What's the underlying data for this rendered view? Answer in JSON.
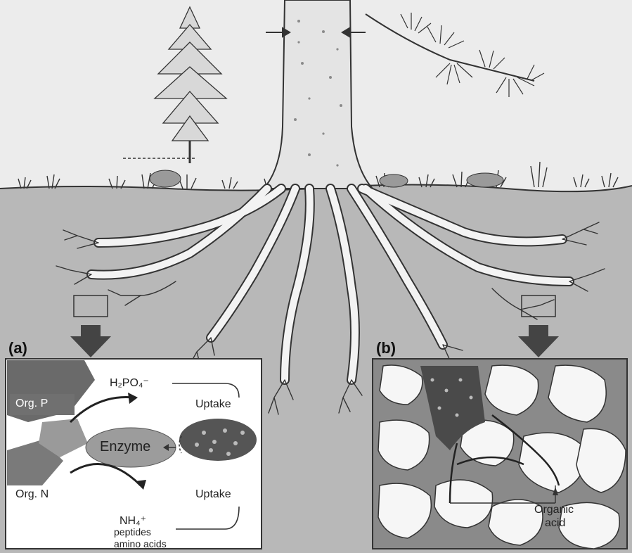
{
  "colors": {
    "sky": "#ececec",
    "soil": "#b9b9b9",
    "root": "#f3f3f3",
    "outline": "#333333",
    "panel_bg": "#8c8c8c",
    "enzyme_fill": "#9a9a9a",
    "aggregate": "#f6f6f6"
  },
  "panel_a": {
    "tag": "(a)",
    "org_p": "Org. P",
    "org_n": "Org. N",
    "h2po4": "H₂PO₄⁻",
    "enzyme": "Enzyme",
    "uptake_top": "Uptake",
    "uptake_bottom": "Uptake",
    "nh4": "NH₄⁺",
    "peptides": "peptides",
    "amino_acids": "amino acids"
  },
  "panel_b": {
    "tag": "(b)",
    "organic_acid_1": "Organic",
    "organic_acid_2": "acid"
  }
}
